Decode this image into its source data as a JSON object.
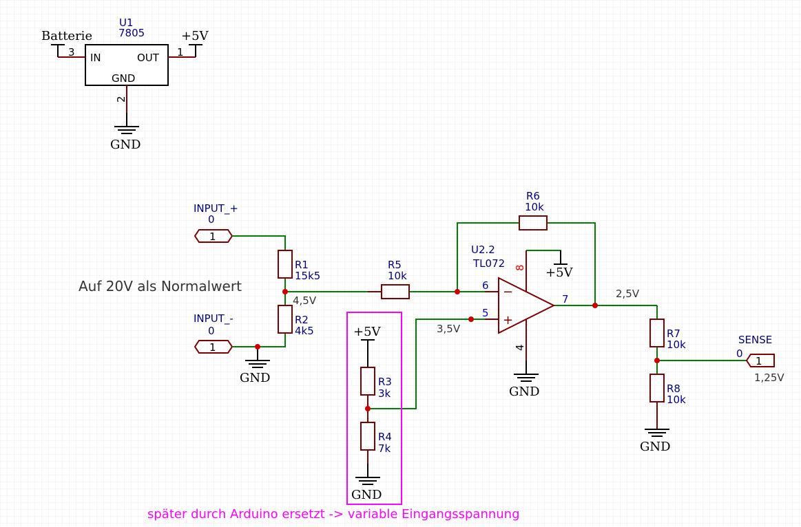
{
  "regulator": {
    "ref": "U1",
    "value": "7805",
    "in_label": "IN",
    "out_label": "OUT",
    "gnd_label": "GND",
    "pin_in": "3",
    "pin_out": "1",
    "pin_gnd": "2",
    "input_net": "Batterie",
    "output_net": "+5V",
    "gnd_net": "GND"
  },
  "ports": {
    "input_plus": {
      "name": "INPUT_+",
      "value": "0",
      "pin": "1"
    },
    "input_minus": {
      "name": "INPUT_-",
      "value": "0",
      "pin": "1"
    },
    "sense": {
      "name": "SENSE",
      "value": "0",
      "pin": "1",
      "voltage": "1,25V"
    }
  },
  "resistors": {
    "r1": {
      "ref": "R1",
      "value": "15k5"
    },
    "r2": {
      "ref": "R2",
      "value": "4k5"
    },
    "r3": {
      "ref": "R3",
      "value": "3k"
    },
    "r4": {
      "ref": "R4",
      "value": "7k"
    },
    "r5": {
      "ref": "R5",
      "value": "10k"
    },
    "r6": {
      "ref": "R6",
      "value": "10k"
    },
    "r7": {
      "ref": "R7",
      "value": "10k"
    },
    "r8": {
      "ref": "R8",
      "value": "10k"
    }
  },
  "opamp": {
    "ref": "U2.2",
    "value": "TL072",
    "pin_inv": "6",
    "pin_noninv": "5",
    "pin_out": "7",
    "pin_vcc": "8",
    "pin_gnd": "4",
    "minus_sign": "−",
    "plus_sign": "+"
  },
  "nets": {
    "vcc": "+5V",
    "gnd": "GND"
  },
  "voltages": {
    "divider": "4,5V",
    "reference": "3,5V",
    "output": "2,5V"
  },
  "notes": {
    "normal": "Auf 20V als Normalwert",
    "arduino": "später durch Arduino ersetzt -> variable Eingangsspannung"
  },
  "colors": {
    "wire": "#008000",
    "component": "#800000",
    "label": "#000080",
    "junction": "#cc0000",
    "highlight": "#ff00ff",
    "grid": "#e8e8e8"
  }
}
